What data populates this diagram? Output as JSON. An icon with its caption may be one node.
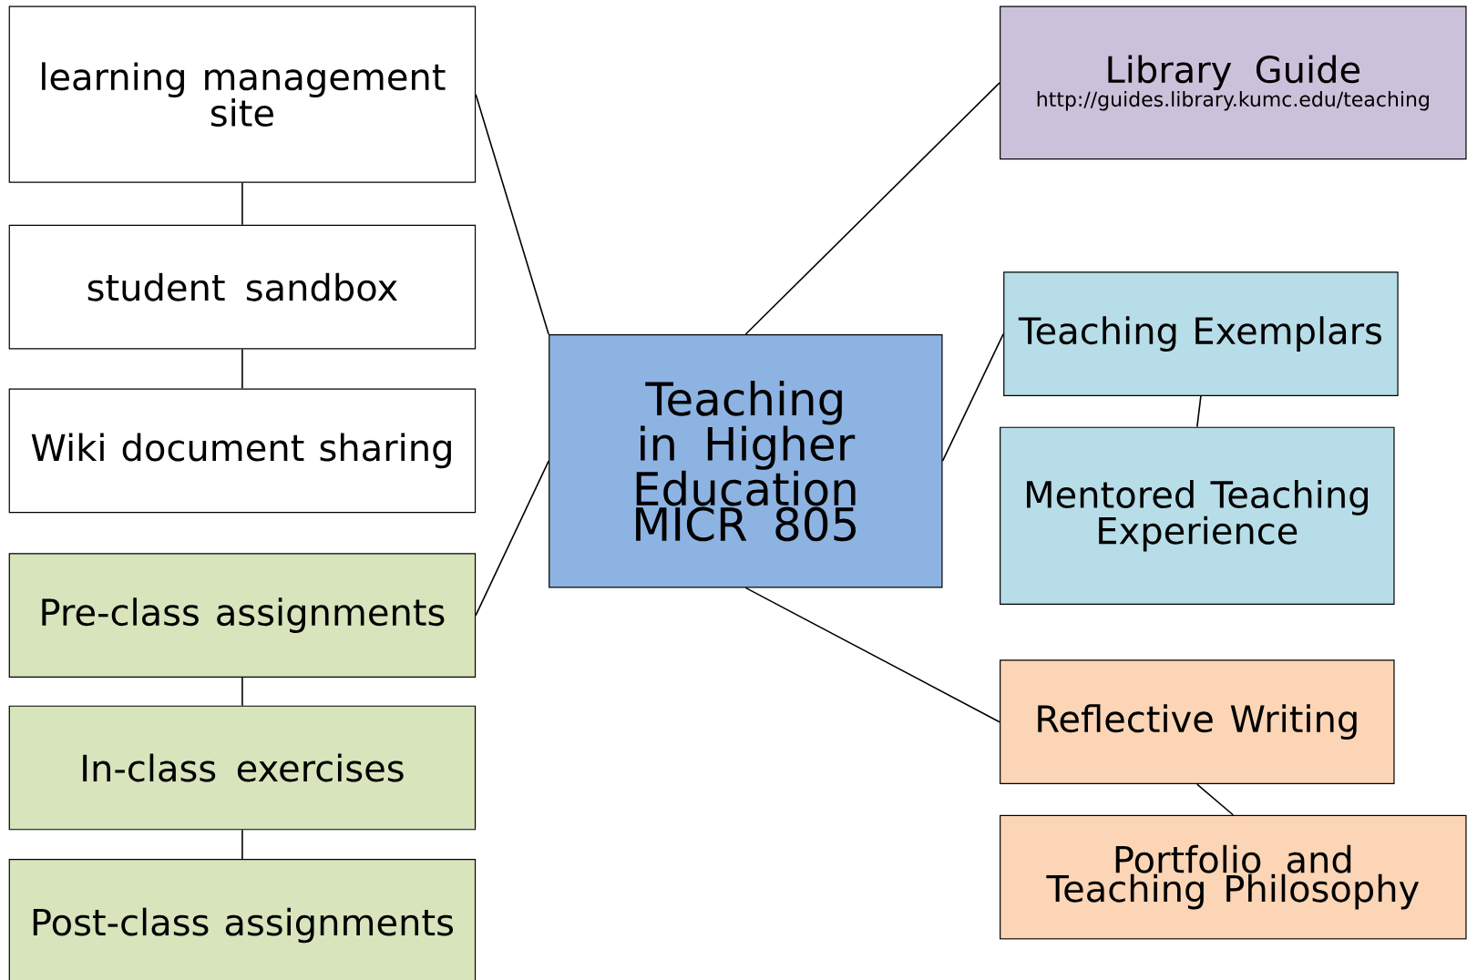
{
  "diagram": {
    "nodes": [
      {
        "text": [
          "learning management site"
        ]
      },
      {
        "text": [
          "student sandbox"
        ]
      },
      {
        "text": [
          "Wiki document sharing"
        ]
      },
      {
        "text": [
          "Pre-class assignments"
        ]
      },
      {
        "text": [
          "In-class exercises"
        ]
      },
      {
        "text": [
          "Post-class assignments"
        ]
      },
      {
        "text": [
          "Teaching in Higher Education MICR 805"
        ]
      },
      {
        "text": [
          "Library Guide",
          "http://guides.library.kumc.edu/teaching"
        ]
      },
      {
        "text": [
          "Teaching Exemplars"
        ]
      },
      {
        "text": [
          "Mentored Teaching Experience"
        ]
      },
      {
        "text": [
          "Reflective Writing"
        ]
      },
      {
        "text": [
          "Portfolio and Teaching Philosophy"
        ]
      }
    ],
    "edges": [
      {
        "from": 0,
        "to": 1,
        "arrow": "none"
      },
      {
        "from": 1,
        "to": 2,
        "arrow": "none"
      },
      {
        "from": 3,
        "to": 4,
        "arrow": "none"
      },
      {
        "from": 4,
        "to": 5,
        "arrow": "none"
      },
      {
        "from": 6,
        "to": 0,
        "arrow": "none"
      },
      {
        "from": 6,
        "to": 3,
        "arrow": "none"
      },
      {
        "from": 6,
        "to": 7,
        "arrow": "none"
      },
      {
        "from": 6,
        "to": 8,
        "arrow": "none"
      },
      {
        "from": 8,
        "to": 9,
        "arrow": "none"
      },
      {
        "from": 6,
        "to": 10,
        "arrow": "none"
      },
      {
        "from": 10,
        "to": 11,
        "arrow": "none"
      }
    ]
  }
}
